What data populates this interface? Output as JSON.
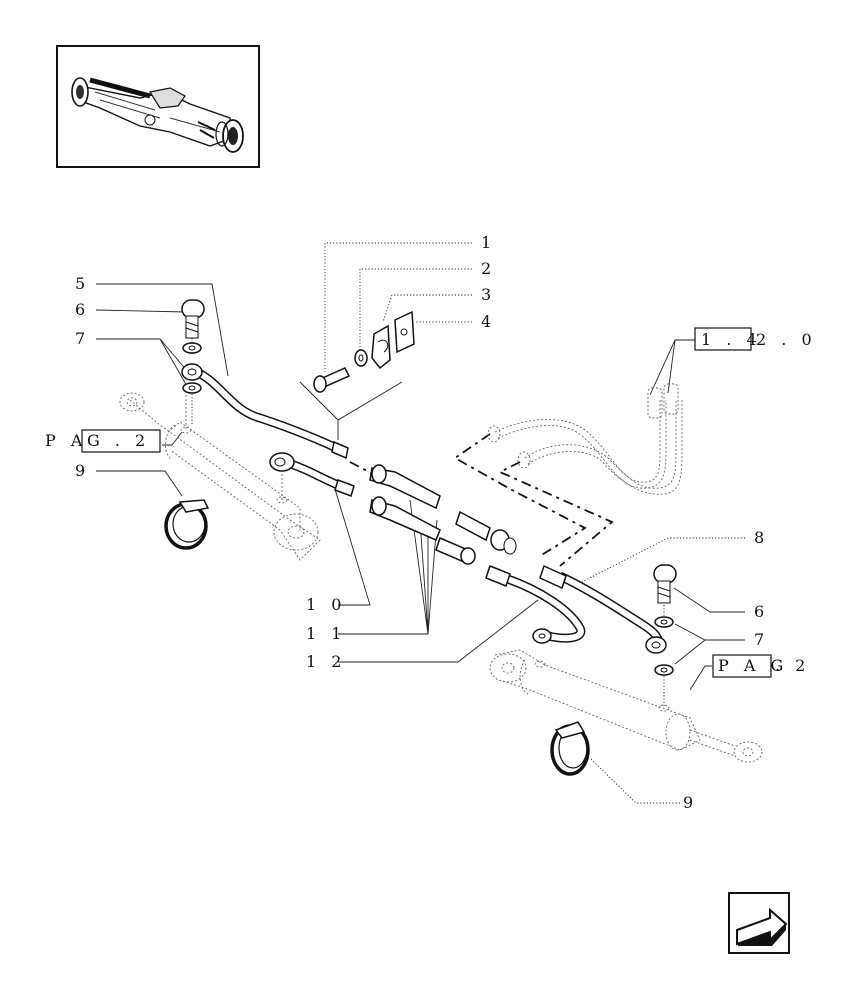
{
  "callouts": {
    "c1": "1",
    "c2": "2",
    "c3": "3",
    "c4": "4",
    "c5": "5",
    "c6_left": "6",
    "c7_left": "7",
    "c9_left": "9",
    "c10": "1 0",
    "c11": "1 1",
    "c12": "1 2",
    "c8": "8",
    "c6_right": "6",
    "c7_right": "7",
    "c9_right": "9"
  },
  "references": {
    "ref_142_boxed": "1 . 4",
    "ref_142_rest": "2 . 0",
    "pag_left_plain": "P A",
    "pag_left_boxed": "G . 2",
    "pag_right_boxed": "P A G",
    "pag_right_plain": ". 2"
  },
  "icons": {
    "thumbnail": "axle-assembly-thumbnail",
    "nav": "next-page-arrow-icon"
  }
}
